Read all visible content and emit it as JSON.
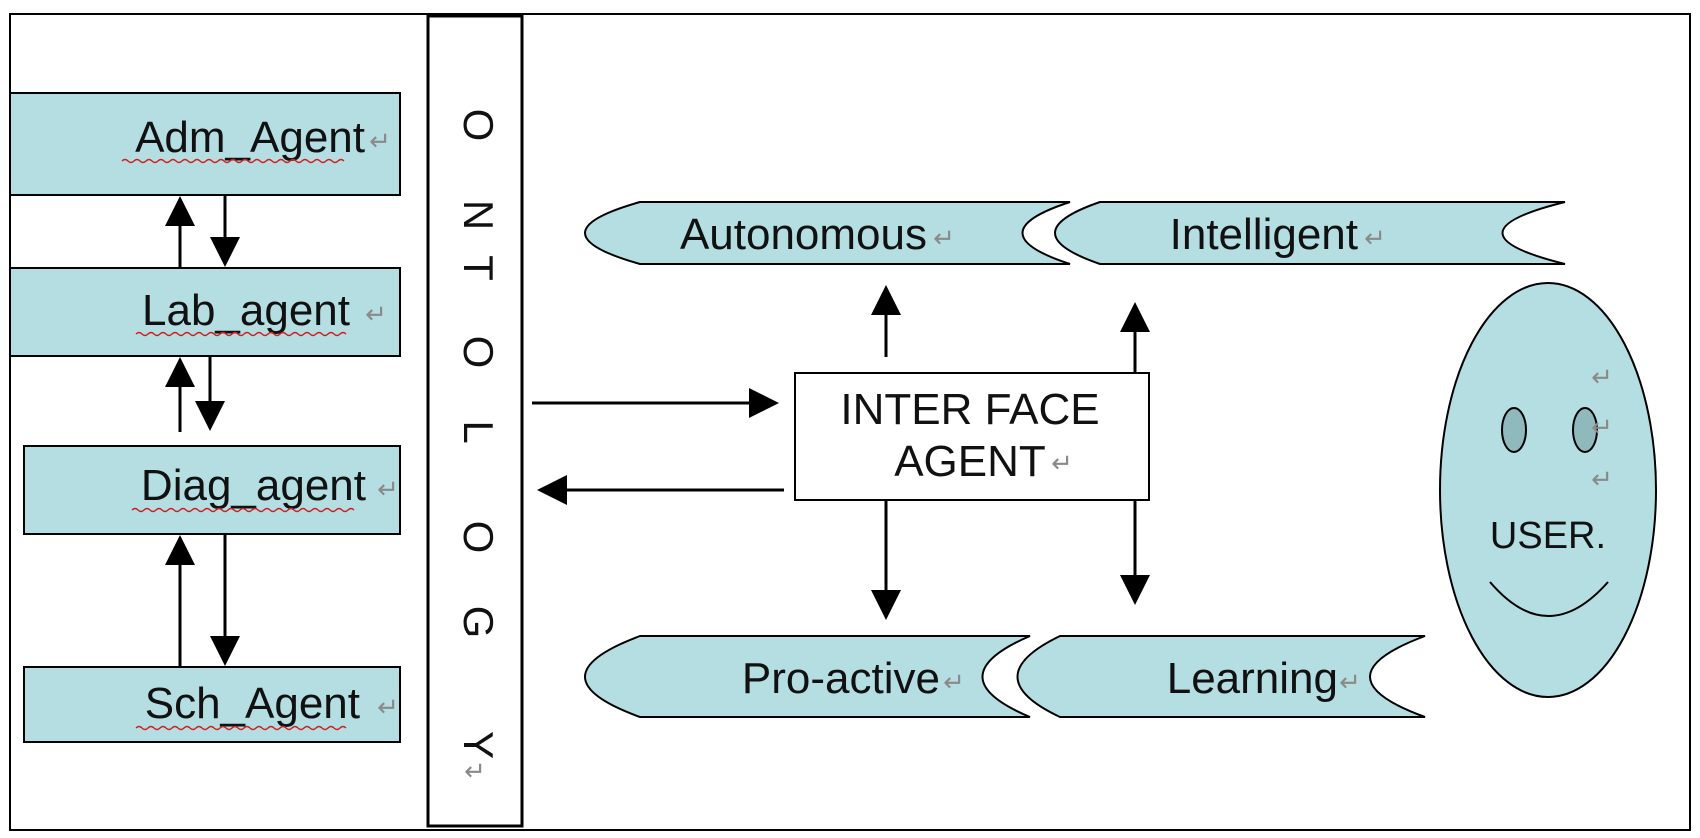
{
  "colors": {
    "fill": "#b4dee2",
    "stroke": "#000000",
    "background": "#ffffff",
    "para_mark": "#8a8a8a",
    "spell_underline": "#d21f1f"
  },
  "agents": [
    {
      "label": "Adm_Agent",
      "mark": "↵"
    },
    {
      "label": "Lab_agent",
      "mark": "↵"
    },
    {
      "label": "Diag_agent",
      "mark": "↵"
    },
    {
      "label": "Sch_Agent",
      "mark": "↵"
    }
  ],
  "ontology": {
    "letters": [
      "O",
      "N",
      "T",
      "O",
      "L",
      "O",
      "G",
      "Y"
    ],
    "mark": "↵"
  },
  "interface_agent": {
    "line1": "INTER FACE",
    "line2": "AGENT",
    "mark": "↵"
  },
  "properties": [
    {
      "label": "Autonomous",
      "mark": "↵"
    },
    {
      "label": "Intelligent",
      "mark": "↵"
    },
    {
      "label": "Pro-active",
      "mark": "↵"
    },
    {
      "label": "Learning",
      "mark": "↵"
    }
  ],
  "user": {
    "label": "USER.",
    "marks": [
      "↵",
      "↵",
      "↵"
    ]
  }
}
